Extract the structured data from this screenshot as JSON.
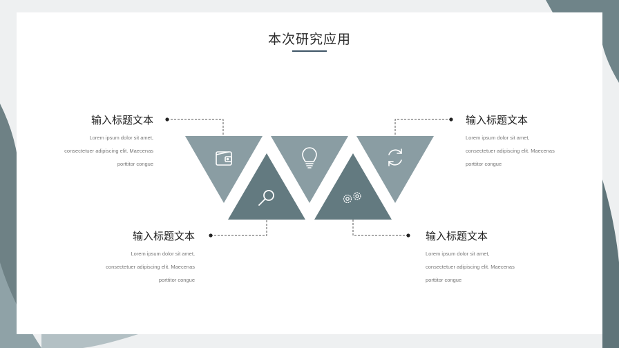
{
  "slide": {
    "title": "本次研究应用",
    "items": [
      {
        "heading": "输入标题文本",
        "text_lines": [
          "Lorem ipsum dolor sit amet,",
          "consectetuer adipiscing elit. Maecenas",
          "porttitor congue"
        ],
        "icon": "wallet-icon"
      },
      {
        "heading": "输入标题文本",
        "text_lines": [
          "Lorem ipsum dolor sit amet,",
          "consectetuer adipiscing elit. Maecenas",
          "porttitor congue"
        ],
        "icon": "magnifier-icon"
      },
      {
        "heading": "输入标题文本",
        "text_lines": [
          "Lorem ipsum dolor sit amet,",
          "consectetuer adipiscing elit. Maecenas",
          "porttitor congue"
        ],
        "icon": "refresh-icon"
      },
      {
        "heading": "输入标题文本",
        "text_lines": [
          "Lorem ipsum dolor sit amet,",
          "consectetuer adipiscing elit. Maecenas",
          "porttitor congue"
        ],
        "icon": "gears-icon"
      }
    ],
    "center_icon": "lightbulb-icon"
  },
  "colors": {
    "light_triangle": "#8a9da3",
    "dark_triangle": "#637a80",
    "accent_line": "#3f5566",
    "background_shape": "#5f7479"
  }
}
